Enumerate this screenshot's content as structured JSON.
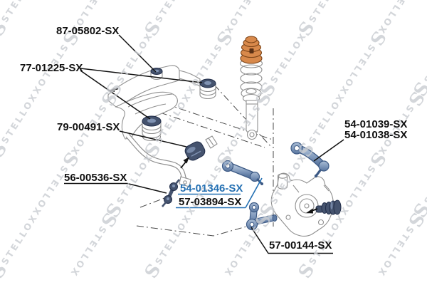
{
  "watermark": {
    "text": "STELLOX",
    "logo_letter": "S"
  },
  "colors": {
    "background": "#ffffff",
    "label_text": "#101010",
    "link_blue": "#2470b3",
    "outline": "#8f8f8f",
    "steel_stroke": "#3d5a85",
    "navy": "#45536e",
    "navy_stroke": "#202c48",
    "navy_highlight": "#8093b3",
    "bump_orange": "#d8894b",
    "bump_stroke": "#7c4418",
    "watermark_gray": "#c9ccd1",
    "leader": "#111111",
    "dash": "#4a4a4a"
  },
  "labels": [
    {
      "id": "87-05802",
      "text": "87-05802-SX",
      "style": "plain"
    },
    {
      "id": "77-01225",
      "text": "77-01225-SX",
      "style": "plain"
    },
    {
      "id": "79-00491",
      "text": "79-00491-SX",
      "style": "plain"
    },
    {
      "id": "56-00536",
      "text": "56-00536-SX",
      "style": "plain"
    },
    {
      "id": "54-01346",
      "text": "54-01346-SX",
      "style": "link"
    },
    {
      "id": "57-03894",
      "text": "57-03894-SX",
      "style": "plain"
    },
    {
      "id": "54-01039",
      "text": "54-01039-SX",
      "style": "plain"
    },
    {
      "id": "54-01038",
      "text": "54-01038-SX",
      "style": "plain"
    },
    {
      "id": "57-00144",
      "text": "57-00144-SX",
      "style": "plain"
    }
  ]
}
